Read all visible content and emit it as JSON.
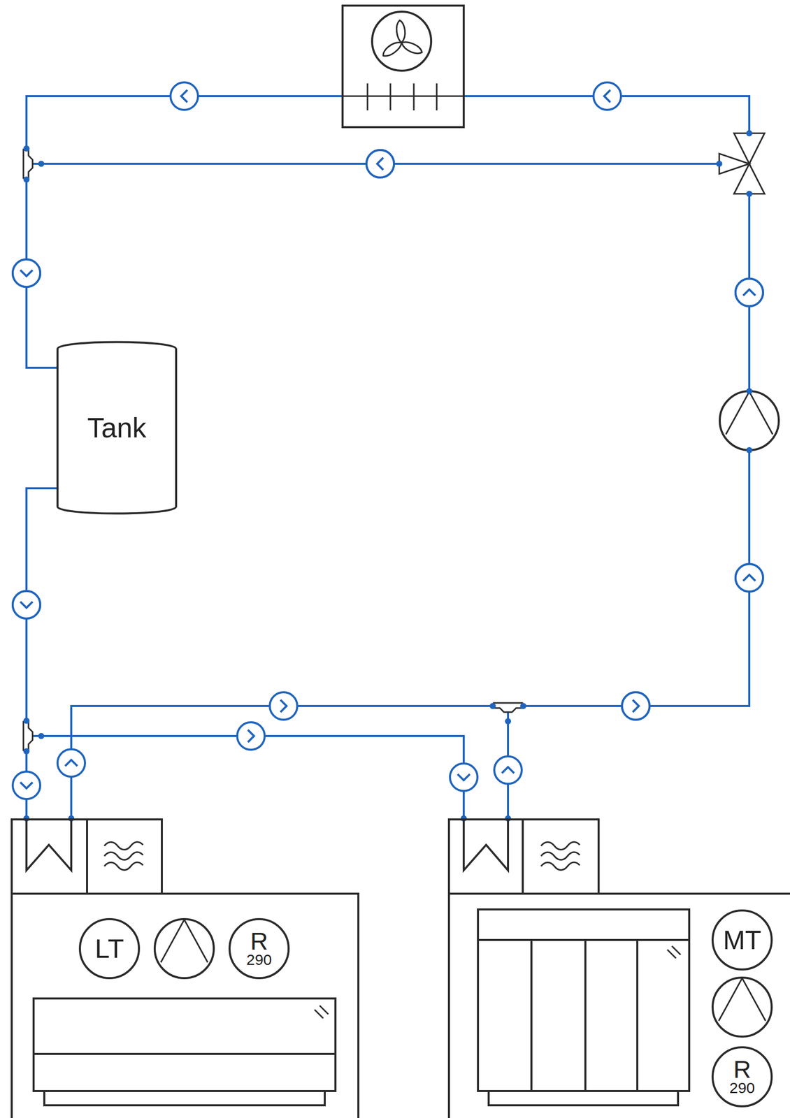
{
  "diagram": {
    "nodes": [
      {
        "text": [
          "Tank"
        ]
      },
      {
        "text": []
      },
      {
        "text": [
          "LT"
        ],
        "in": 1
      },
      {
        "text": [
          "R",
          "290"
        ],
        "in": 1
      },
      {
        "text": []
      },
      {
        "text": [
          "MT"
        ],
        "in": 4
      },
      {
        "text": [
          "R",
          "290"
        ],
        "in": 4
      }
    ],
    "edges": [
      {
        "from": 0,
        "to": 1,
        "arrow": "to"
      },
      {
        "from": 0,
        "to": 4,
        "arrow": "to"
      },
      {
        "from": 1,
        "to": 0,
        "arrow": "to"
      },
      {
        "from": 4,
        "to": 0,
        "arrow": "to"
      }
    ]
  }
}
